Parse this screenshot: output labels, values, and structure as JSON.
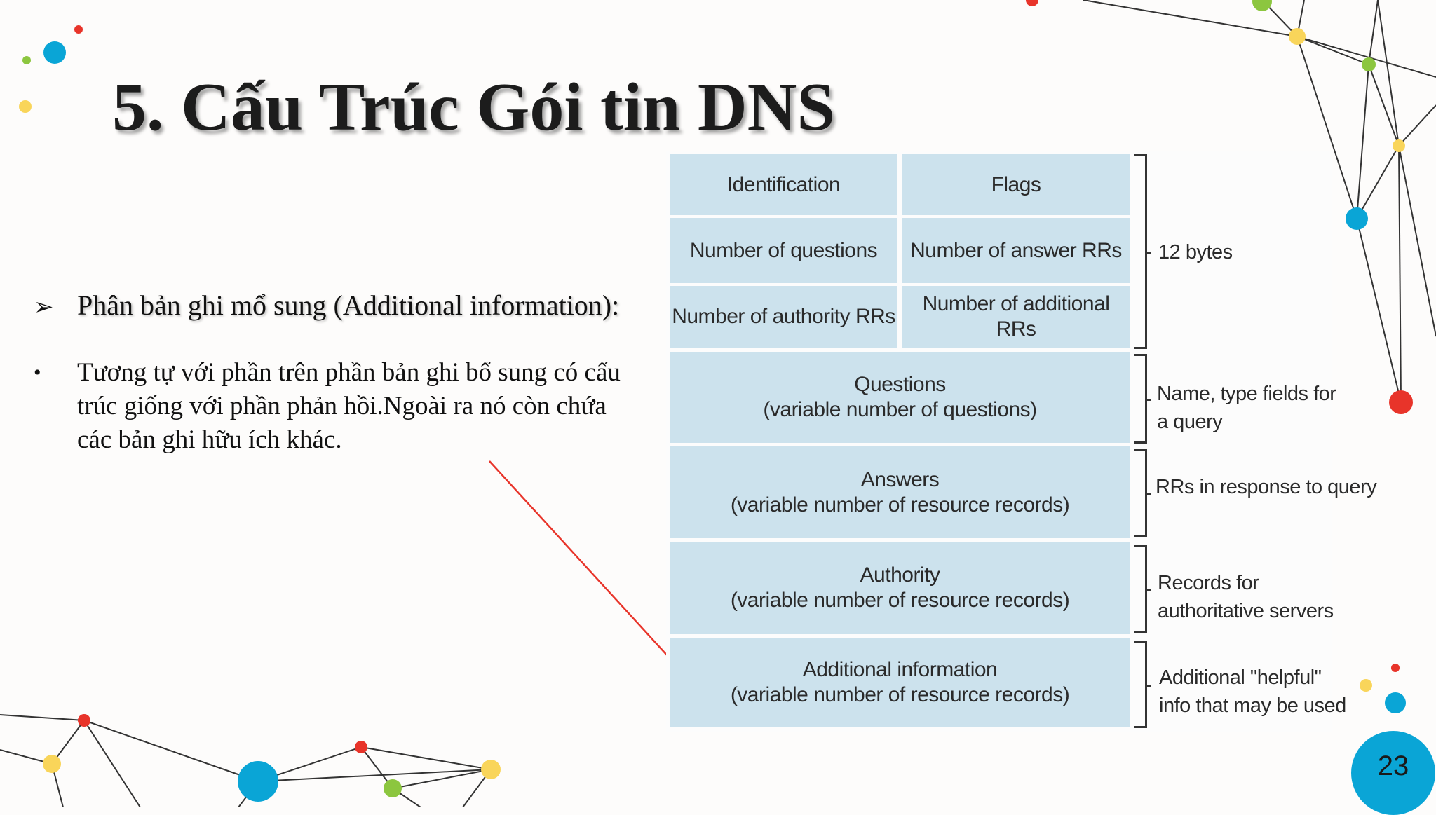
{
  "slide": {
    "title": "5. Cấu Trúc Gói tin DNS",
    "heading": "Phân bản ghi mổ sung (Additional information):",
    "arrow_bullet": "➢",
    "dot_bullet": "•",
    "paragraph": "Tương tự với phần trên phần bản ghi bổ sung có cấu trúc giống với phần phản hồi.Ngoài ra nó còn chứa các bản ghi hữu ích khác.",
    "page_number": "23"
  },
  "diagram": {
    "header_cells": {
      "identification": "Identification",
      "flags": "Flags",
      "num_questions": "Number of questions",
      "num_answer_rrs": "Number of answer RRs",
      "num_authority_rrs": "Number of authority RRs",
      "num_additional_rrs": "Number of additional RRs"
    },
    "sections": {
      "questions": {
        "title": "Questions",
        "subtitle": "(variable number of questions)"
      },
      "answers": {
        "title": "Answers",
        "subtitle": "(variable number of resource records)"
      },
      "authority": {
        "title": "Authority",
        "subtitle": "(variable number of resource records)"
      },
      "additional": {
        "title": "Additional information",
        "subtitle": "(variable number of resource records)"
      }
    },
    "notes": {
      "header": "12 bytes",
      "questions": "Name, type fields for\na query",
      "answers": "RRs in response to query",
      "authority": "Records for\nauthoritative servers",
      "additional": "Additional \"helpful\"\ninfo that may be used"
    }
  },
  "colors": {
    "cell_background": "#cce2ed",
    "arrow": "#e8342a",
    "page_badge": "#0aa5d6"
  }
}
